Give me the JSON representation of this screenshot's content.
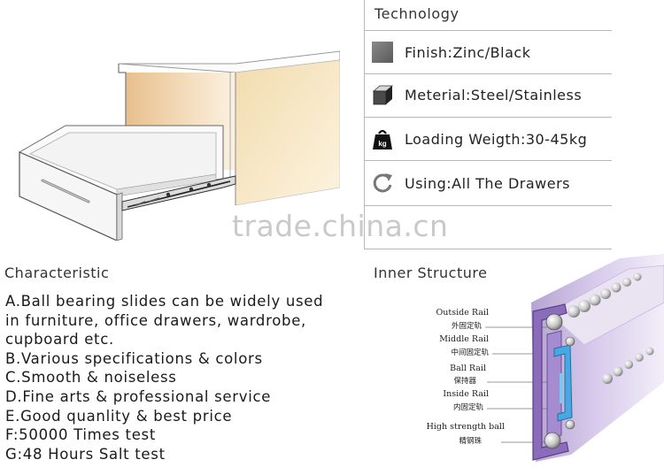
{
  "watermark": "trade.china.cn",
  "technology": {
    "title": "Technology",
    "specs": [
      {
        "icon": "finish-swatch-icon",
        "text": "Finish:Zinc/Black"
      },
      {
        "icon": "material-cube-icon",
        "text": "Meterial:Steel/Stainless"
      },
      {
        "icon": "weight-kg-icon",
        "icon_text": "kg",
        "text": "Loading Weigth:30-45kg"
      },
      {
        "icon": "refresh-cycle-icon",
        "text": "Using:All The Drawers"
      }
    ]
  },
  "characteristic": {
    "title": "Characteristic",
    "lines": [
      "A.Ball bearing slides can be widely used",
      "in furniture, office drawers, wardrobe,",
      "cupboard etc.",
      "B.Various specifications & colors",
      "C.Smooth & noiseless",
      "D.Fine arts & professional service",
      "E.Good quanlity & best price",
      "F:50000 Times test",
      "G:48 Hours Salt test"
    ]
  },
  "inner_structure": {
    "title": "Inner Structure",
    "labels": [
      {
        "en": "Outside Rail",
        "cn": "外固定轨"
      },
      {
        "en": "Middle Rail",
        "cn": "中间固定轨"
      },
      {
        "en": "Ball Rail",
        "cn": "保持器"
      },
      {
        "en": "Inside Rail",
        "cn": "内固定轨"
      },
      {
        "en": "High strength ball",
        "cn": "精钢珠"
      }
    ]
  },
  "colors": {
    "rail_purple": "#9b7fc4",
    "rail_blue": "#4aa8e0",
    "cabinet_tan": "#f0d9ae"
  }
}
